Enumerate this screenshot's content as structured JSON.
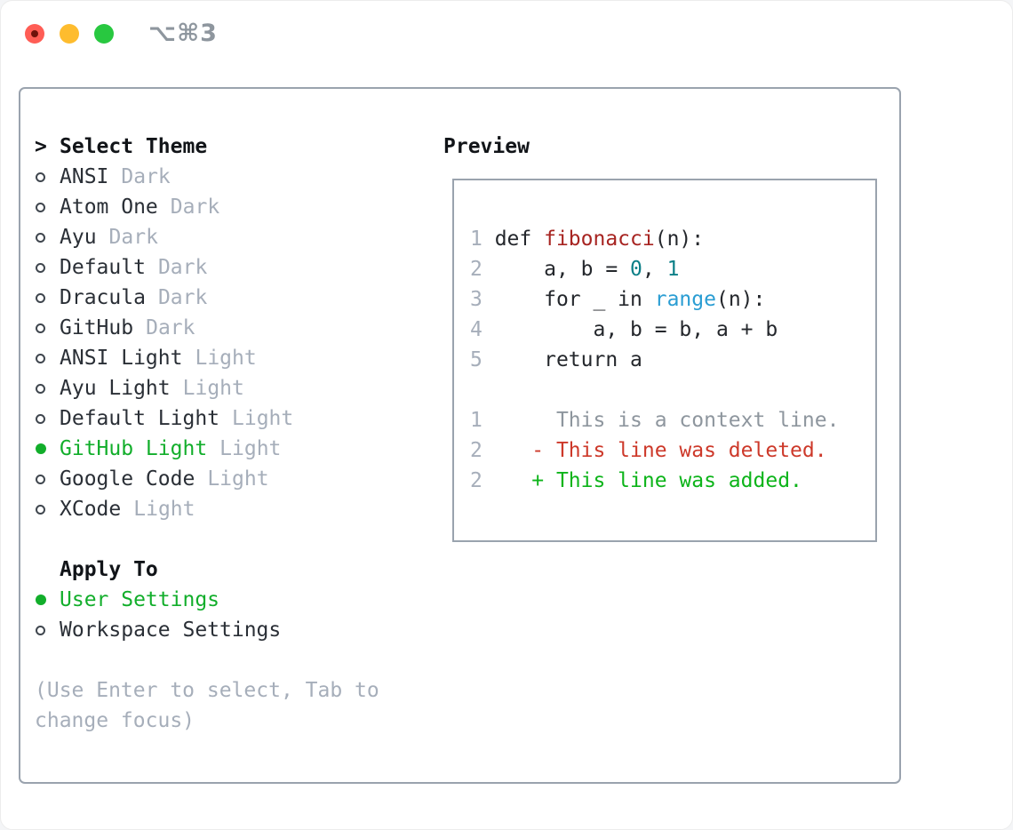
{
  "window": {
    "title": "⌥⌘3",
    "traffic_lights": [
      "close",
      "minimize",
      "zoom"
    ]
  },
  "colors": {
    "accent_green": "#12ae2b",
    "deleted_red": "#cd392a",
    "added_green": "#0db41a",
    "function_red": "#a72421",
    "number_teal": "#0c7f87",
    "builtin_blue": "#2a9dd3",
    "muted_gray": "#a6aeba",
    "border_gray": "#9aa3ae",
    "text_dark": "#2a2f36"
  },
  "theme_picker": {
    "title": "Select Theme",
    "prompt": ">",
    "themes": [
      {
        "name": "ANSI",
        "variant": "Dark",
        "selected": false
      },
      {
        "name": "Atom One",
        "variant": "Dark",
        "selected": false
      },
      {
        "name": "Ayu",
        "variant": "Dark",
        "selected": false
      },
      {
        "name": "Default",
        "variant": "Dark",
        "selected": false
      },
      {
        "name": "Dracula",
        "variant": "Dark",
        "selected": false
      },
      {
        "name": "GitHub",
        "variant": "Dark",
        "selected": false
      },
      {
        "name": "ANSI Light",
        "variant": "Light",
        "selected": false
      },
      {
        "name": "Ayu Light",
        "variant": "Light",
        "selected": false
      },
      {
        "name": "Default Light",
        "variant": "Light",
        "selected": false
      },
      {
        "name": "GitHub Light",
        "variant": "Light",
        "selected": true
      },
      {
        "name": "Google Code",
        "variant": "Light",
        "selected": false
      },
      {
        "name": "XCode",
        "variant": "Light",
        "selected": false
      }
    ],
    "apply_to": {
      "title": "Apply To",
      "options": [
        {
          "name": "User Settings",
          "selected": true
        },
        {
          "name": "Workspace Settings",
          "selected": false
        }
      ]
    },
    "hint_line1": "(Use Enter to select, Tab to",
    "hint_line2": "change focus)"
  },
  "preview": {
    "title": "Preview",
    "lines": [
      {
        "num": "1",
        "segments": [
          {
            "t": "def ",
            "c": "code"
          },
          {
            "t": "fibonacci",
            "c": "func"
          },
          {
            "t": "(n):",
            "c": "code"
          }
        ]
      },
      {
        "num": "2",
        "segments": [
          {
            "t": "    a, b = ",
            "c": "code"
          },
          {
            "t": "0",
            "c": "num"
          },
          {
            "t": ", ",
            "c": "code"
          },
          {
            "t": "1",
            "c": "num"
          }
        ]
      },
      {
        "num": "3",
        "segments": [
          {
            "t": "    for _ in ",
            "c": "code"
          },
          {
            "t": "range",
            "c": "builtin"
          },
          {
            "t": "(n):",
            "c": "code"
          }
        ]
      },
      {
        "num": "4",
        "segments": [
          {
            "t": "        a, b = b, a + b",
            "c": "code"
          }
        ]
      },
      {
        "num": "5",
        "segments": [
          {
            "t": "    return a",
            "c": "code"
          }
        ]
      },
      {
        "num": "",
        "segments": []
      },
      {
        "num": "1",
        "segments": [
          {
            "t": "     This is a context line.",
            "c": "context"
          }
        ]
      },
      {
        "num": "2",
        "segments": [
          {
            "t": "   - This line was deleted.",
            "c": "deleted"
          }
        ]
      },
      {
        "num": "2",
        "segments": [
          {
            "t": "   + This line was added.",
            "c": "added"
          }
        ]
      }
    ]
  }
}
